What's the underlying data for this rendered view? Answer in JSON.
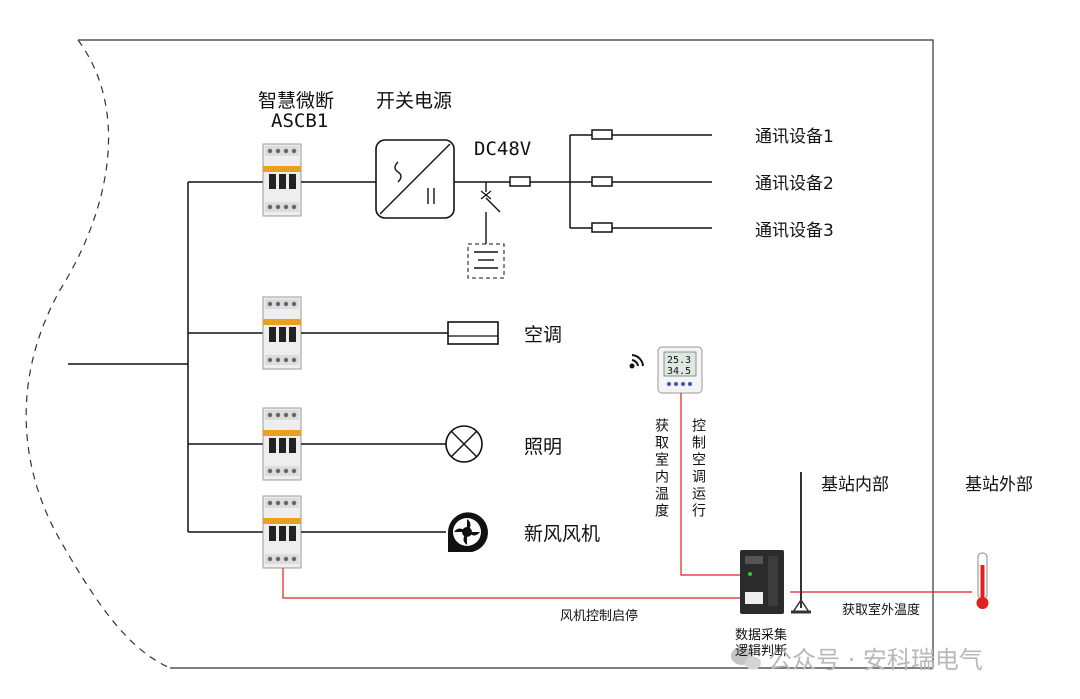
{
  "breaker_label": "智慧微断",
  "breaker_model": "ASCB1",
  "psu_label": "开关电源",
  "voltage_label": "DC48V",
  "comm_devices": [
    "通讯设备1",
    "通讯设备2",
    "通讯设备3"
  ],
  "loads": {
    "ac": "空调",
    "lighting": "照明",
    "fan": "新风风机"
  },
  "sensor_display": {
    "line1": "25.3",
    "line2": "34.5"
  },
  "get_indoor_temp": "获取室内温度",
  "control_ac": "控制空调运行",
  "inside_label": "基站内部",
  "outside_label": "基站外部",
  "fan_control": "风机控制启停",
  "get_outdoor_temp": "获取室外温度",
  "collector_label": {
    "line1": "数据采集",
    "line2": "逻辑判断"
  },
  "watermark": "公众号 · 安科瑞电气",
  "colors": {
    "line": "#111111",
    "signal": "#e02020",
    "breaker_orange": "#e8a020",
    "breaker_body": "#eeeeee"
  }
}
